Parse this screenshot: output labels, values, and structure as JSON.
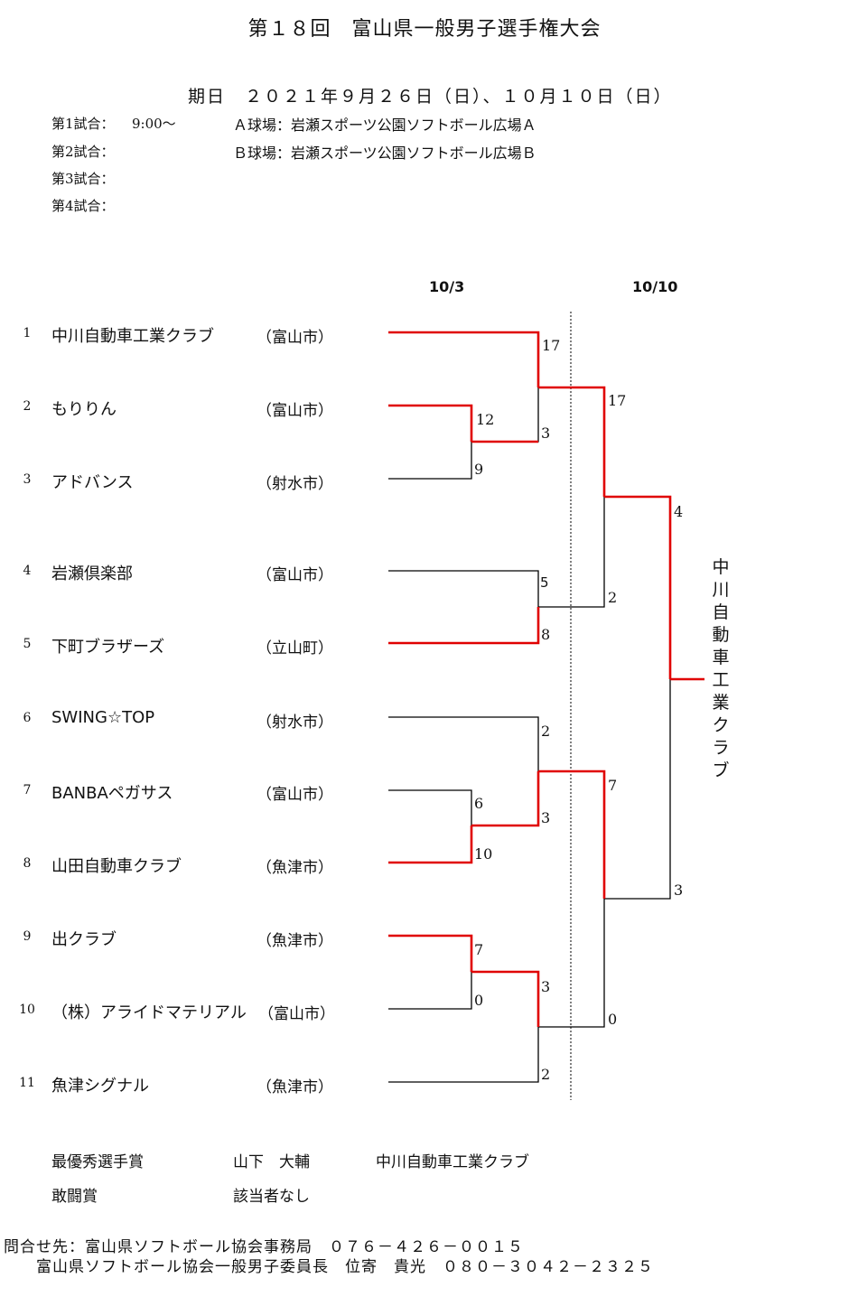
{
  "header": {
    "title": "第１８回　富山県一般男子選手権大会",
    "period": "期日　２０２１年９月２６日（日）、１０月１０日（日）"
  },
  "schedule": [
    {
      "label": "第1試合：",
      "time": "9:00～"
    },
    {
      "label": "第2試合：",
      "time": ""
    },
    {
      "label": "第3試合：",
      "time": ""
    },
    {
      "label": "第4試合：",
      "time": ""
    }
  ],
  "fields": [
    "Ａ球場：岩瀬スポーツ公園ソフトボール広場Ａ",
    "Ｂ球場：岩瀬スポーツ公園ソフトボール広場Ｂ"
  ],
  "dates": [
    "10/3",
    "10/10"
  ],
  "teams": [
    {
      "seed": "1",
      "name": "中川自動車工業クラブ",
      "city": "（富山市）"
    },
    {
      "seed": "2",
      "name": "もりりん",
      "city": "（富山市）"
    },
    {
      "seed": "3",
      "name": "アドバンス",
      "city": "（射水市）"
    },
    {
      "seed": "4",
      "name": "岩瀬倶楽部",
      "city": "（富山市）"
    },
    {
      "seed": "5",
      "name": "下町ブラザーズ",
      "city": "（立山町）"
    },
    {
      "seed": "6",
      "name": "SWING☆TOP",
      "city": "（射水市）"
    },
    {
      "seed": "7",
      "name": "BANBAペガサス",
      "city": "（富山市）"
    },
    {
      "seed": "8",
      "name": "山田自動車クラブ",
      "city": "（魚津市）"
    },
    {
      "seed": "9",
      "name": "出クラブ",
      "city": "（魚津市）"
    },
    {
      "seed": "10",
      "name": "（株）アライドマテリアル",
      "city": "（富山市）"
    },
    {
      "seed": "11",
      "name": "魚津シグナル",
      "city": "（魚津市）"
    }
  ],
  "scores": {
    "r1_2v3": [
      "12",
      "9"
    ],
    "r1_7v8": [
      "6",
      "10"
    ],
    "r1_9v10": [
      "7",
      "0"
    ],
    "r2_1v23": [
      "17",
      "3"
    ],
    "r2_4v5": [
      "5",
      "8"
    ],
    "r2_6v78": [
      "2",
      "3"
    ],
    "r2_910v11": [
      "3",
      "2"
    ],
    "qf_top": [
      "17",
      "2"
    ],
    "qf_bottom": [
      "7",
      "0"
    ],
    "final": [
      "4",
      "3"
    ]
  },
  "champion": "中川自動車工業クラブ",
  "awards": [
    {
      "label": "最優秀選手賞",
      "name": "山下　大輔",
      "team": "中川自動車工業クラブ"
    },
    {
      "label": "敢闘賞",
      "name": "該当者なし",
      "team": ""
    }
  ],
  "contact": {
    "line1": "問合せ先：富山県ソフトボール協会事務局　０７６－４２６－００１５",
    "line2": "富山県ソフトボール協会一般男子委員長　位寄　貴光　０８０－３０４２－２３２５"
  },
  "colors": {
    "winner_line": "#e00000",
    "line": "#000000"
  }
}
